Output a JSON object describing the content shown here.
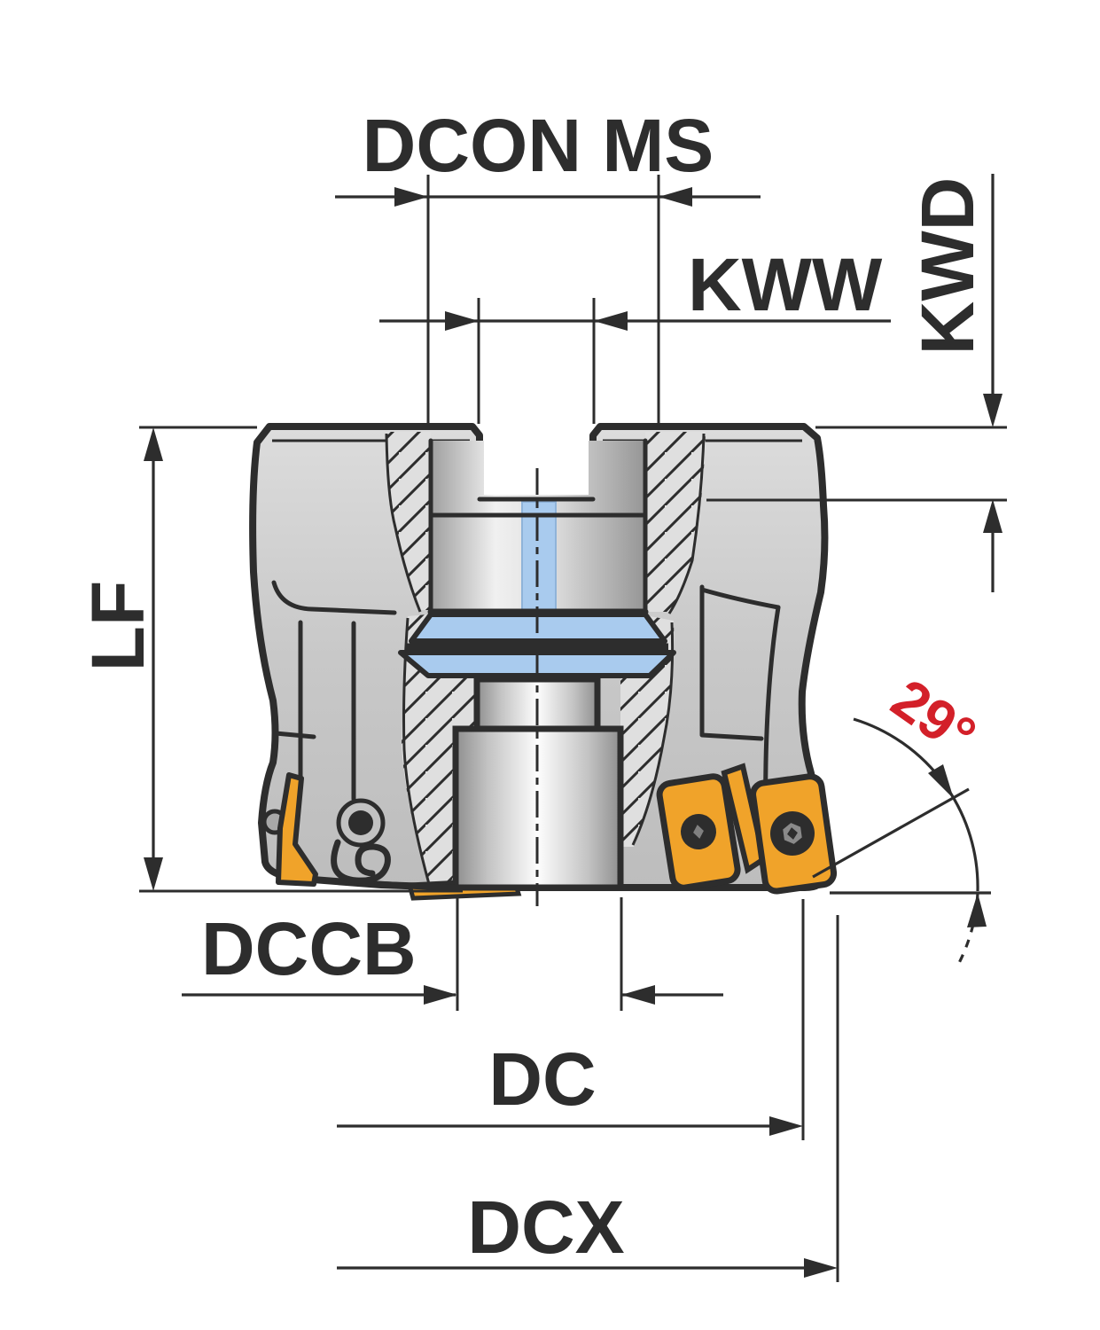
{
  "drawing": {
    "title": "face-mill-cross-section",
    "labels": {
      "dcon": "DCON MS",
      "kww": "KWW",
      "kwd": "KWD",
      "lf": "LF",
      "dccb": "DCCB",
      "dc": "DC",
      "dcx": "DCX",
      "angle": "29°"
    },
    "colors": {
      "outline_ink": "#2d2d2d",
      "body_gray": "#c9c9c9",
      "insert_yellow": "#f0a32a",
      "clamp_blue": "#a9cbee",
      "accent_red": "#d32029",
      "background": "#ffffff"
    }
  }
}
